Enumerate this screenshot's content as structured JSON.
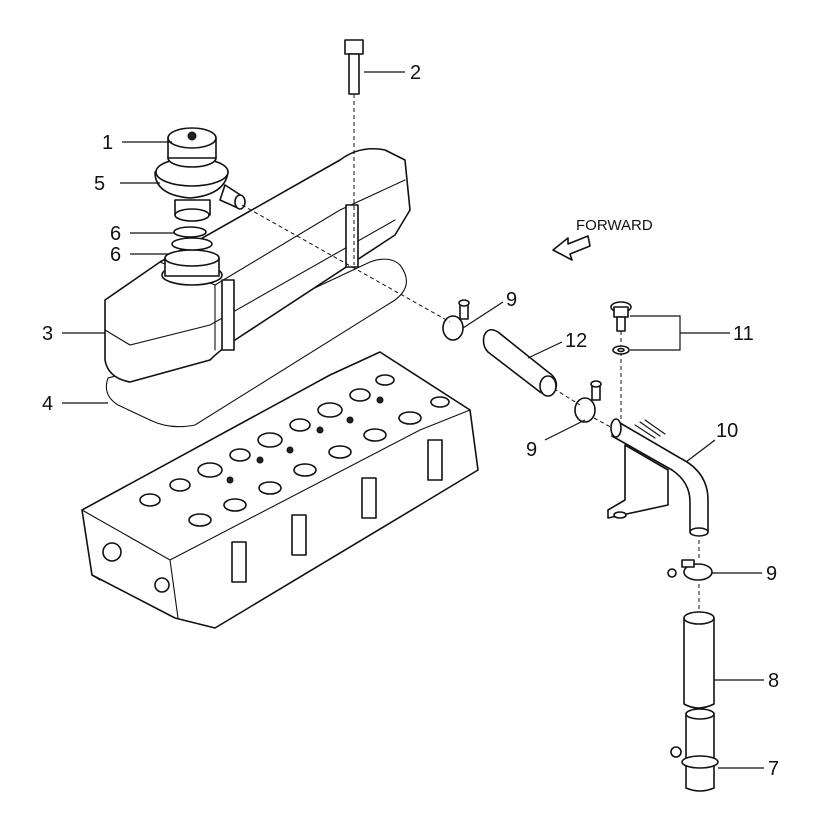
{
  "direction_label": "FORWARD",
  "callouts": {
    "c1": "1",
    "c2": "2",
    "c3": "3",
    "c4": "4",
    "c5": "5",
    "c6a": "6",
    "c6b": "6",
    "c7": "7",
    "c8": "8",
    "c9a": "9",
    "c9b": "9",
    "c9c": "9",
    "c10": "10",
    "c11": "11",
    "c12": "12"
  }
}
